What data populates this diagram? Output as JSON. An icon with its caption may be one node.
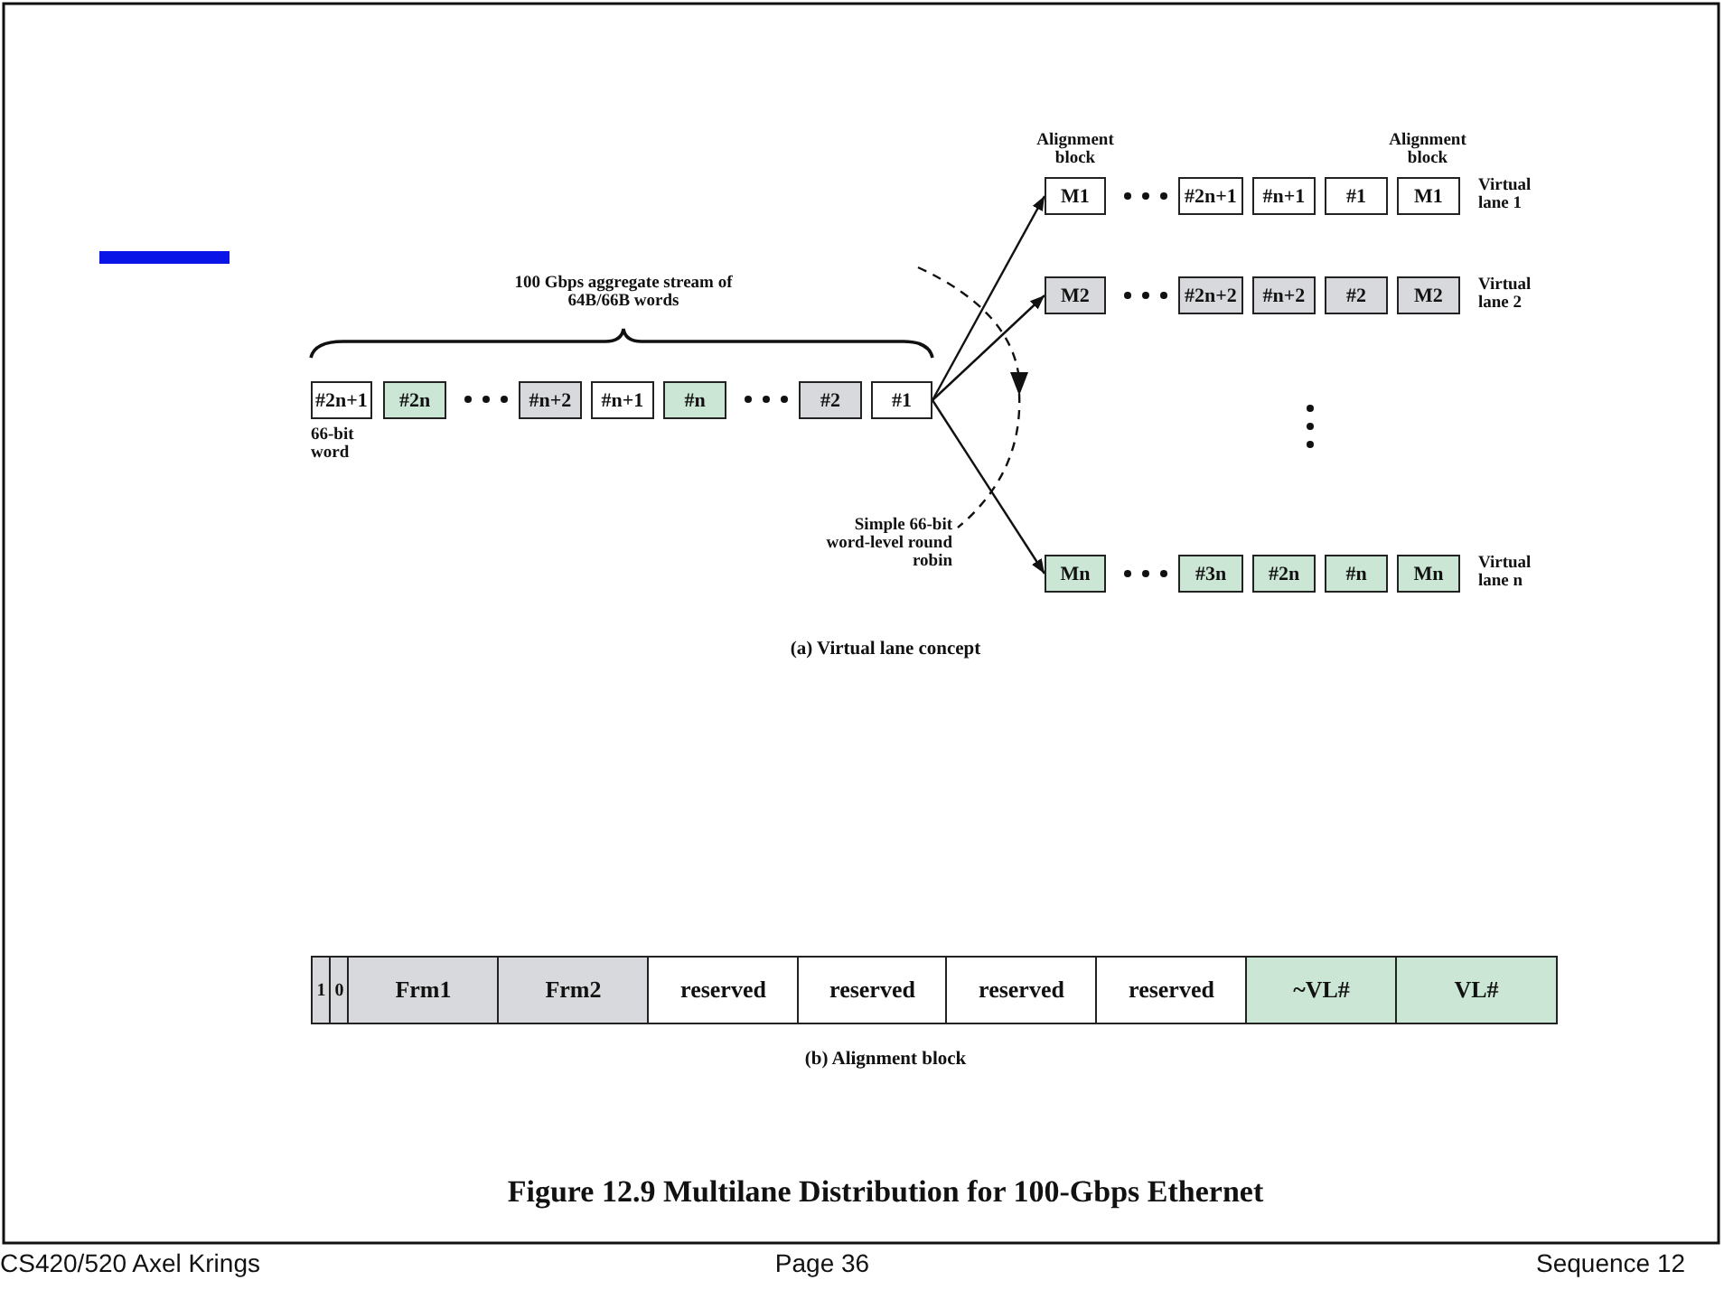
{
  "diagram": {
    "title": "Figure 12.9 Multilane Distribution for 100-Gbps Ethernet",
    "nodes": [
      {
        "text": [
          "M1"
        ]
      },
      {
        "text": [
          "#2n+1"
        ]
      },
      {
        "text": [
          "#n+1"
        ]
      },
      {
        "text": [
          "#1"
        ]
      },
      {
        "text": [
          "M1"
        ]
      },
      {
        "text": [
          "M2"
        ]
      },
      {
        "text": [
          "#2n+2"
        ]
      },
      {
        "text": [
          "#n+2"
        ]
      },
      {
        "text": [
          "#2"
        ]
      },
      {
        "text": [
          "M2"
        ]
      },
      {
        "text": [
          "#2n+1"
        ]
      },
      {
        "text": [
          "#2n"
        ]
      },
      {
        "text": [
          "#n+2"
        ]
      },
      {
        "text": [
          "#n+1"
        ]
      },
      {
        "text": [
          "#n"
        ]
      },
      {
        "text": [
          "#2"
        ]
      },
      {
        "text": [
          "#1"
        ]
      },
      {
        "text": [
          "Mn"
        ]
      },
      {
        "text": [
          "#3n"
        ]
      },
      {
        "text": [
          "#2n"
        ]
      },
      {
        "text": [
          "#n"
        ]
      },
      {
        "text": [
          "Mn"
        ]
      },
      {
        "text": [
          "1"
        ]
      },
      {
        "text": [
          "0"
        ]
      },
      {
        "text": [
          "Frm1"
        ]
      },
      {
        "text": [
          "Frm2"
        ]
      },
      {
        "text": [
          "reserved"
        ]
      },
      {
        "text": [
          "reserved"
        ]
      },
      {
        "text": [
          "reserved"
        ]
      },
      {
        "text": [
          "reserved"
        ]
      },
      {
        "text": [
          "~VL#"
        ]
      },
      {
        "text": [
          "VL#"
        ]
      }
    ],
    "edges": [
      {
        "from": 16,
        "to": 0,
        "arrow": "to"
      },
      {
        "from": 16,
        "to": 5,
        "arrow": "to"
      },
      {
        "from": 16,
        "to": 17,
        "arrow": "to"
      }
    ],
    "labels": [
      "Alignment block",
      "Alignment block",
      "Virtual lane 1",
      "100 Gbps aggregate stream of 64B/66B words",
      "Virtual lane 2",
      "66-bit word",
      "Simple 66-bit word-level round robin",
      "Virtual lane n",
      "(a) Virtual lane concept",
      "(b) Alignment block",
      "CS420/520 Axel Krings",
      "Page 36",
      "Sequence 12"
    ]
  }
}
